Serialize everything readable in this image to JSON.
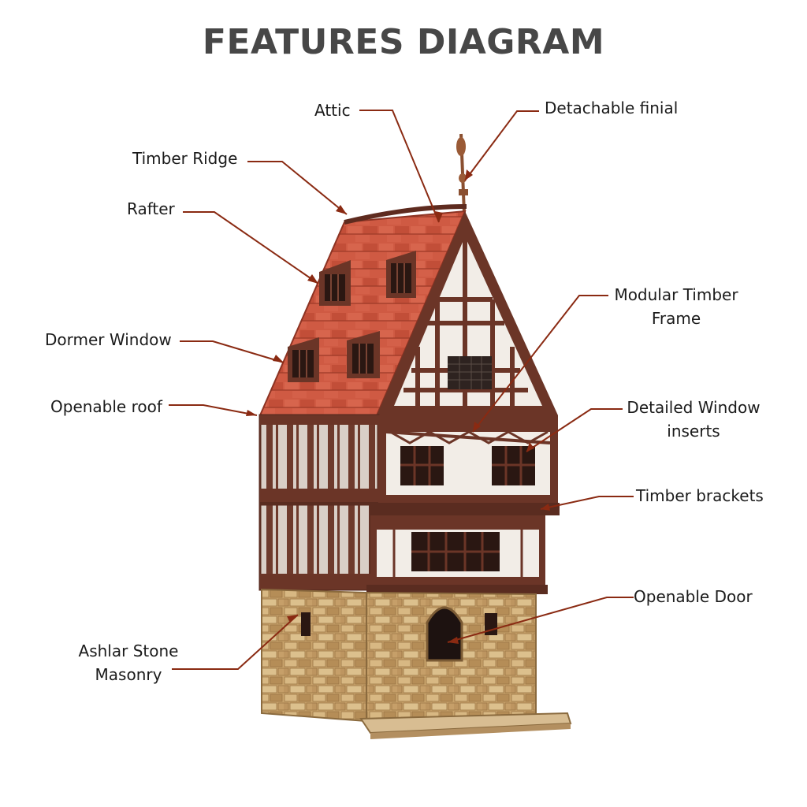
{
  "title": "FEATURES DIAGRAM",
  "colors": {
    "leader": "#8a2a12",
    "roof": "#c8553f",
    "timber": "#6b3527",
    "stone": "#c39a63"
  },
  "labels": {
    "attic": "Attic",
    "finial": "Detachable finial",
    "ridge": "Timber Ridge",
    "rafter": "Rafter",
    "dormer": "Dormer Window",
    "roof": "Openable roof",
    "frame_l1": "Modular Timber",
    "frame_l2": "Frame",
    "window_l1": "Detailed Window",
    "window_l2": "inserts",
    "brackets": "Timber brackets",
    "door": "Openable Door",
    "masonry_l1": "Ashlar Stone",
    "masonry_l2": "Masonry"
  }
}
